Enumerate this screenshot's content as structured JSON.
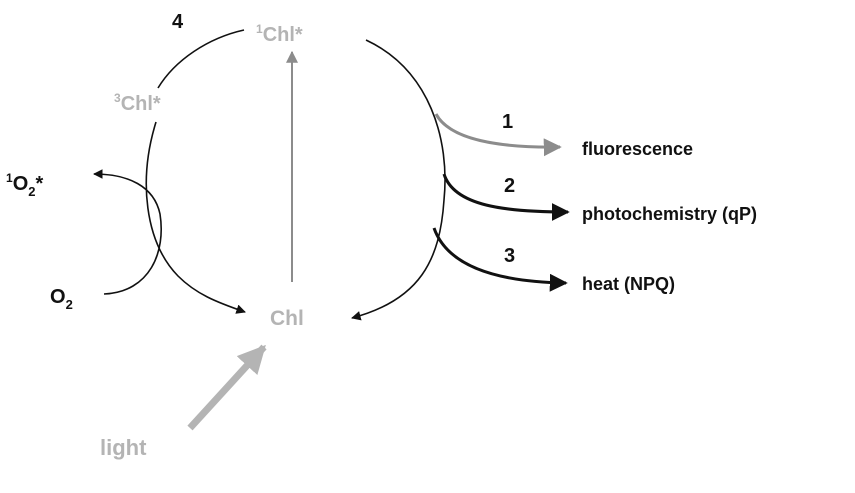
{
  "colors": {
    "black": "#111111",
    "gray": "#8c8c8c",
    "light_gray": "#b4b4b4"
  },
  "states": {
    "singlet_excited": {
      "sup": "1",
      "base": "Chl*"
    },
    "triplet_excited": {
      "sup": "3",
      "base": "Chl*"
    },
    "ground": "Chl"
  },
  "oxygen": {
    "singlet": {
      "sup": "1",
      "base": "O",
      "sub": "2",
      "suffix": "*"
    },
    "ground": {
      "base": "O",
      "sub": "2"
    }
  },
  "light_label": "light",
  "pathways": [
    {
      "number": "1",
      "label": "fluorescence"
    },
    {
      "number": "2",
      "label": "photochemistry (qP)"
    },
    {
      "number": "3",
      "label": "heat (NPQ)"
    },
    {
      "number": "4",
      "label": ""
    }
  ]
}
